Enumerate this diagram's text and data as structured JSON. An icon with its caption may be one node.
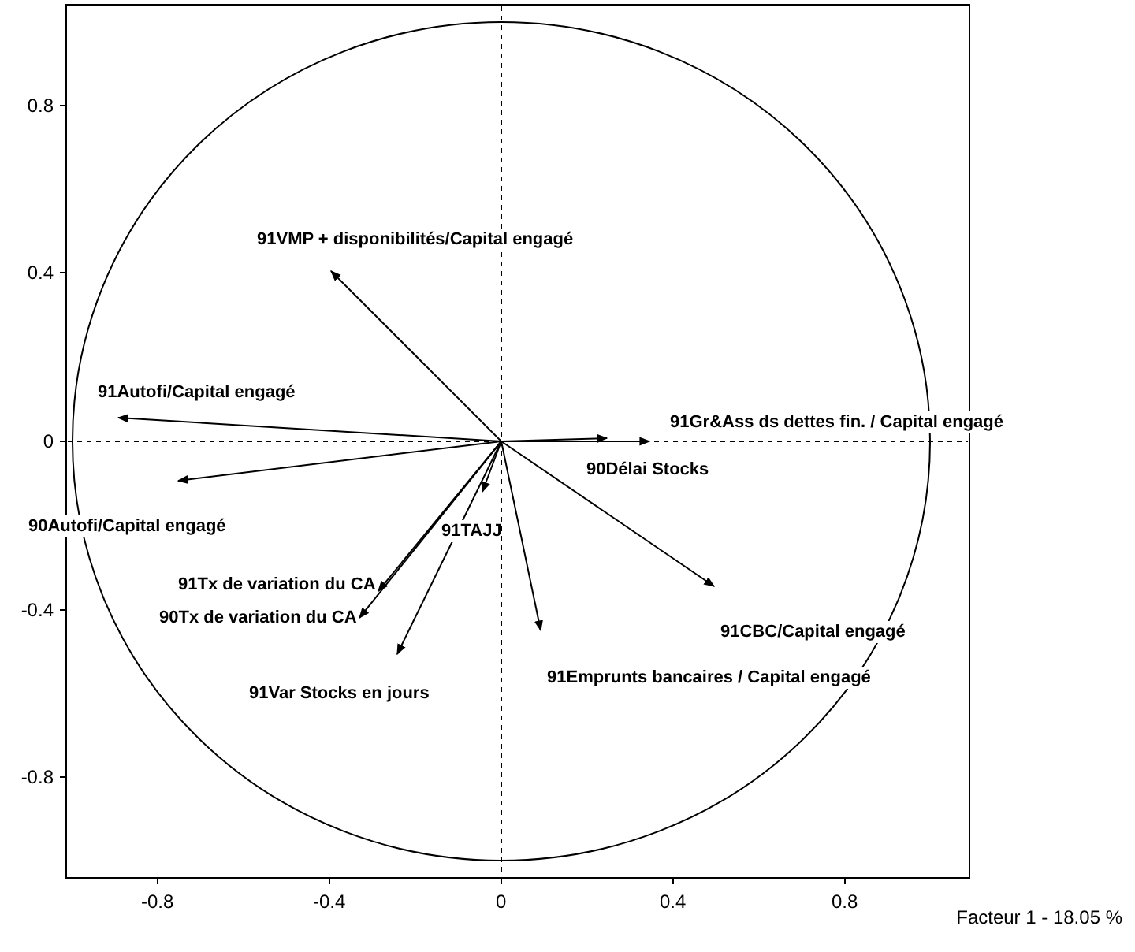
{
  "diagram": {
    "nodes": [
      {
        "text": [
          "91VMP + disponibilités/Capital engagé"
        ]
      },
      {
        "text": [
          "91Autofi/Capital engagé"
        ]
      },
      {
        "text": [
          "90Autofi/Capital engagé"
        ]
      },
      {
        "text": [
          "91Gr&Ass ds dettes fin. / Capital engagé"
        ]
      },
      {
        "text": [
          "90Délai Stocks"
        ]
      },
      {
        "text": [
          "91TAJJ"
        ]
      },
      {
        "text": [
          "91Tx de variation du CA"
        ]
      },
      {
        "text": [
          "90Tx de variation du CA"
        ]
      },
      {
        "text": [
          "91CBC/Capital engagé"
        ]
      },
      {
        "text": [
          "91Emprunts bancaires / Capital engagé"
        ]
      },
      {
        "text": [
          "91Var Stocks en jours"
        ]
      }
    ],
    "edges": [
      {
        "from": null,
        "to": 0,
        "arrow": "to"
      },
      {
        "from": null,
        "to": 1,
        "arrow": "to"
      },
      {
        "from": null,
        "to": 2,
        "arrow": "to"
      },
      {
        "from": null,
        "to": 3,
        "arrow": "to"
      },
      {
        "from": null,
        "to": 4,
        "arrow": "to"
      },
      {
        "from": null,
        "to": 5,
        "arrow": "to"
      },
      {
        "from": null,
        "to": 6,
        "arrow": "to"
      },
      {
        "from": null,
        "to": 7,
        "arrow": "to"
      },
      {
        "from": null,
        "to": 8,
        "arrow": "to"
      },
      {
        "from": null,
        "to": 9,
        "arrow": "to"
      },
      {
        "from": null,
        "to": 10,
        "arrow": "to"
      }
    ],
    "labels": [
      "0.8",
      "0.4",
      "0",
      "-0.4",
      "-0.8",
      "-0.8",
      "-0.4",
      "0",
      "0.4",
      "0.8",
      "Facteur 1 - 18.05 %"
    ]
  }
}
